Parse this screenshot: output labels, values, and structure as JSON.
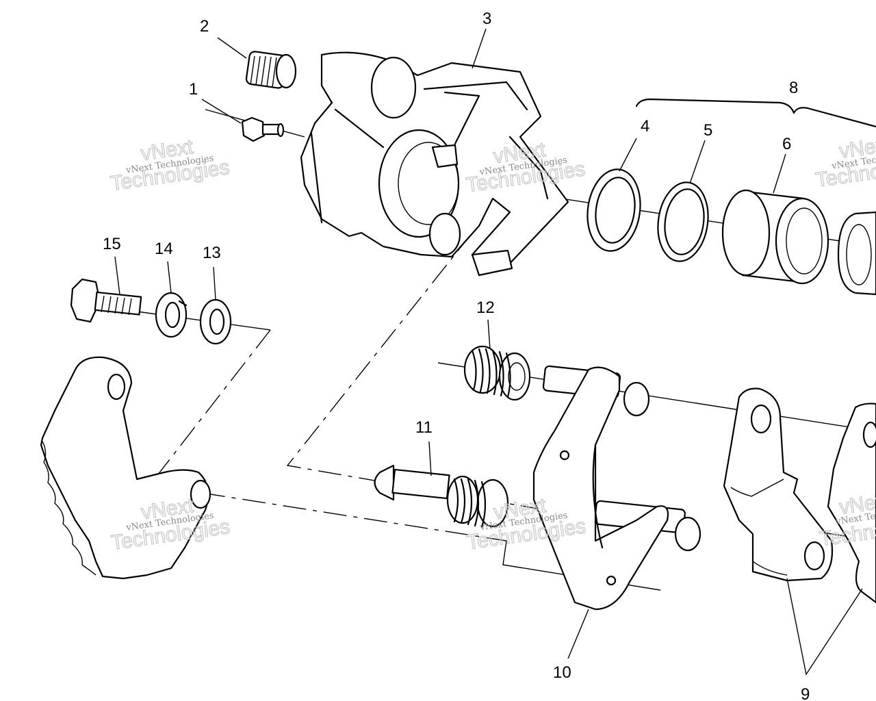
{
  "callouts": [
    "1",
    "2",
    "3",
    "4",
    "5",
    "6",
    "8",
    "9",
    "10",
    "11",
    "12",
    "13",
    "14",
    "15"
  ],
  "watermark": {
    "small": "vNext Technologies",
    "large_line1": "vNext",
    "large_line2": "Technologies"
  }
}
